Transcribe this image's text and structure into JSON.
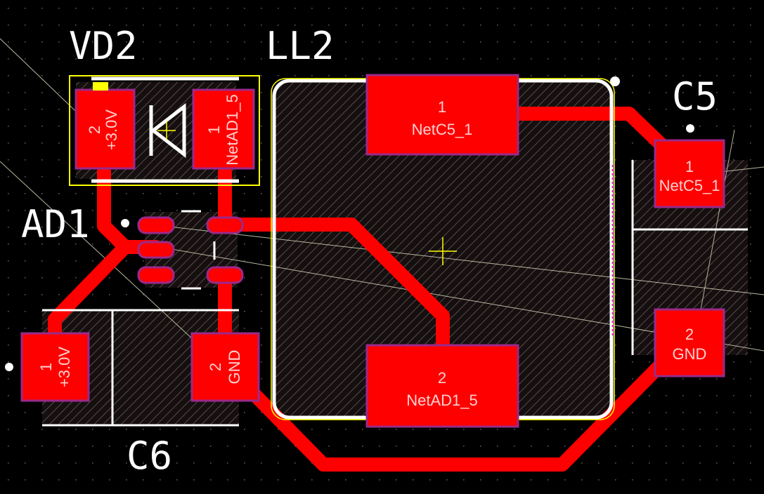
{
  "colors": {
    "background": "#000000",
    "copper_top": "#ff0000",
    "pad_outline": "#9a2a8a",
    "silkscreen": "#ffffff",
    "courtyard": "#ffff00",
    "ratsnest": "#b8b8a0",
    "hatch": "#6a5a5a"
  },
  "components": {
    "vd2": {
      "ref": "VD2",
      "pad1": {
        "num": "1",
        "net": "NetAD1_5"
      },
      "pad2": {
        "num": "2",
        "net": "+3.0V"
      }
    },
    "ll2": {
      "ref": "LL2",
      "pad1": {
        "num": "1",
        "net": "NetC5_1"
      },
      "pad2": {
        "num": "2",
        "net": "NetAD1_5"
      }
    },
    "c5": {
      "ref": "C5",
      "pad1": {
        "num": "1",
        "net": "NetC5_1"
      },
      "pad2": {
        "num": "2",
        "net": "GND"
      }
    },
    "ad1": {
      "ref": "AD1"
    },
    "c6": {
      "ref": "C6",
      "pad1": {
        "num": "1",
        "net": "+3.0V"
      },
      "pad2": {
        "num": "2",
        "net": "GND"
      }
    }
  },
  "icons": [
    "diode-symbol-icon",
    "origin-crosshair-icon",
    "pin1-marker-icon"
  ]
}
